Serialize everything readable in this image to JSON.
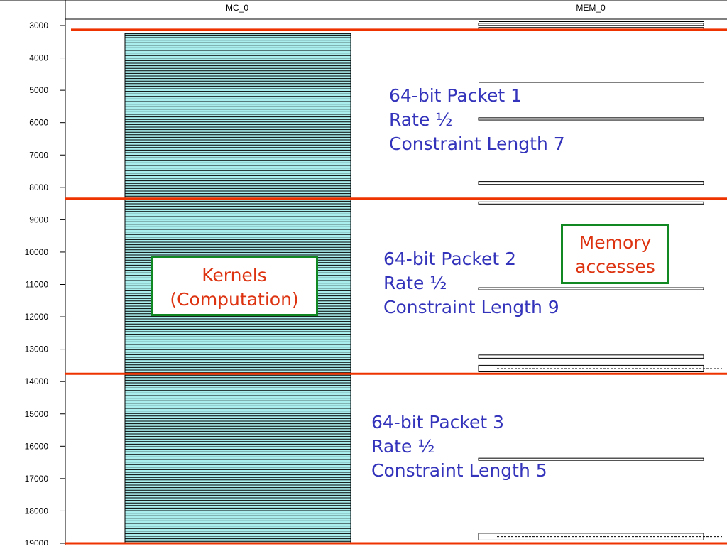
{
  "chart_data": {
    "type": "timeline",
    "columns": [
      "MC_0",
      "MEM_0"
    ],
    "y_ticks": [
      3000,
      4000,
      5000,
      6000,
      7000,
      8000,
      9000,
      10000,
      11000,
      12000,
      13000,
      14000,
      15000,
      16000,
      17000,
      18000,
      19000
    ],
    "ylim": [
      2700,
      19000
    ],
    "packet_boundaries": [
      3130,
      8350,
      13760,
      19000
    ],
    "kernel_activity": [
      3250,
      19000
    ],
    "memory_accesses": [
      [
        2930,
        2980
      ],
      [
        3060,
        3130
      ],
      [
        5850,
        5920
      ],
      [
        7820,
        7910
      ],
      [
        8450,
        8500
      ],
      [
        11100,
        11150
      ],
      [
        13180,
        13280
      ],
      [
        13500,
        13700
      ],
      [
        16370,
        16420
      ],
      [
        18690,
        18900
      ]
    ],
    "colors": {
      "boundary": "#ee3300",
      "kernel_fill": "#aaeeee",
      "kernel_stripe": "#000000",
      "callout_text": "#3333bb",
      "box_border": "#118822",
      "box_text": "#dd3311"
    }
  },
  "packets": [
    {
      "line1": "64-bit Packet 1",
      "line2": "Rate ½",
      "line3": "Constraint Length 7"
    },
    {
      "line1": "64-bit Packet 2",
      "line2": "Rate ½",
      "line3": "Constraint Length 9"
    },
    {
      "line1": "64-bit Packet 3",
      "line2": "Rate ½",
      "line3": "Constraint Length 5"
    }
  ],
  "kernels_box": {
    "line1": "Kernels",
    "line2": "(Computation)"
  },
  "memory_box": {
    "line1": "Memory",
    "line2": "accesses"
  }
}
